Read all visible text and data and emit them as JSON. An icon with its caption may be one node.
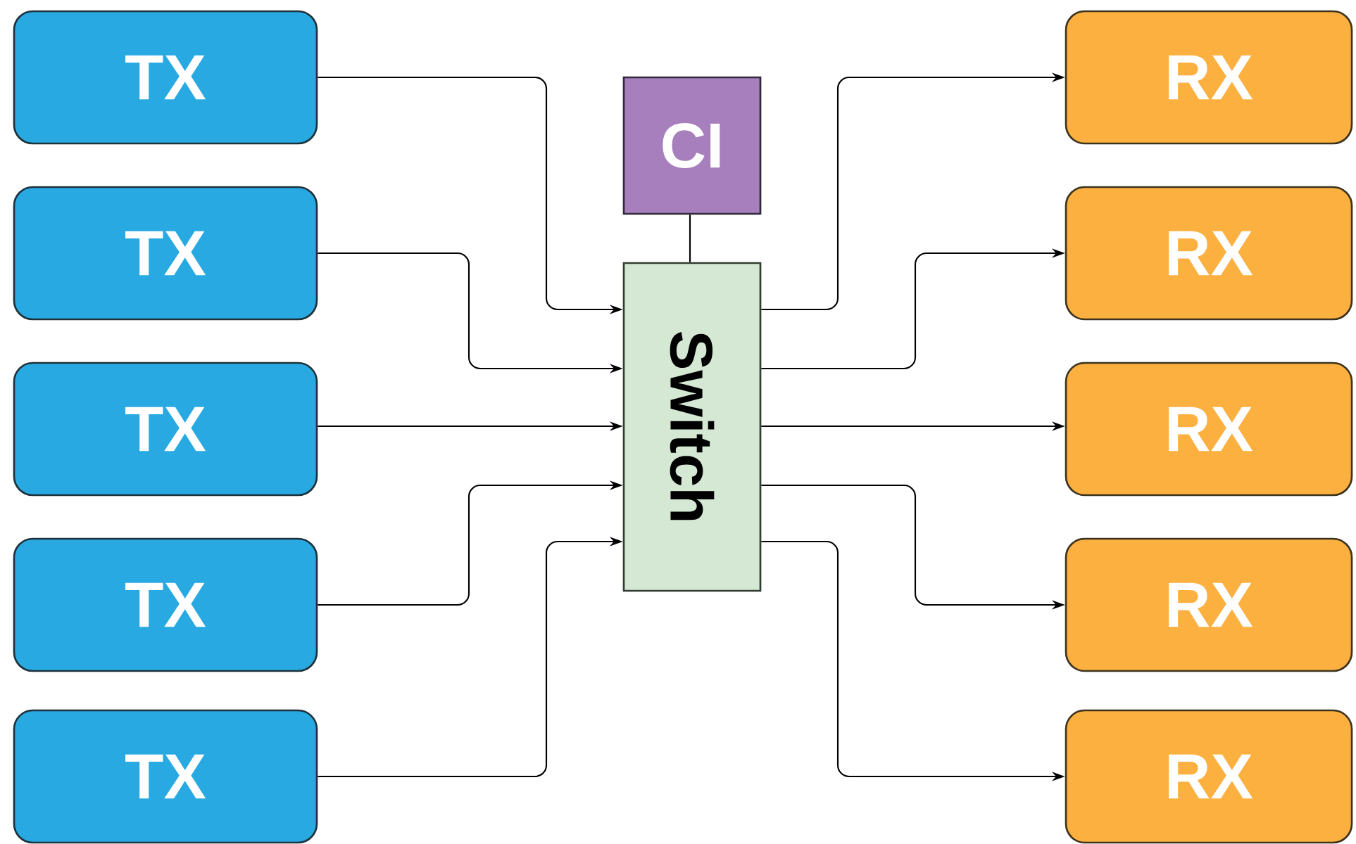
{
  "diagram": {
    "nodes": [
      {
        "text": [
          "TX"
        ]
      },
      {
        "text": [
          "TX"
        ]
      },
      {
        "text": [
          "TX"
        ]
      },
      {
        "text": [
          "TX"
        ]
      },
      {
        "text": [
          "TX"
        ]
      },
      {
        "text": [
          "CI"
        ]
      },
      {
        "text": [
          "Switch"
        ]
      },
      {
        "text": [
          "RX"
        ]
      },
      {
        "text": [
          "RX"
        ]
      },
      {
        "text": [
          "RX"
        ]
      },
      {
        "text": [
          "RX"
        ]
      },
      {
        "text": [
          "RX"
        ]
      }
    ],
    "edges": [
      {
        "from": 0,
        "to": 6,
        "arrow": "to"
      },
      {
        "from": 1,
        "to": 6,
        "arrow": "to"
      },
      {
        "from": 2,
        "to": 6,
        "arrow": "to"
      },
      {
        "from": 3,
        "to": 6,
        "arrow": "to"
      },
      {
        "from": 4,
        "to": 6,
        "arrow": "to"
      },
      {
        "from": 5,
        "to": 6,
        "arrow": "none"
      },
      {
        "from": 6,
        "to": 7,
        "arrow": "to"
      },
      {
        "from": 6,
        "to": 8,
        "arrow": "to"
      },
      {
        "from": 6,
        "to": 9,
        "arrow": "to"
      },
      {
        "from": 6,
        "to": 10,
        "arrow": "to"
      },
      {
        "from": 6,
        "to": 11,
        "arrow": "to"
      }
    ]
  }
}
